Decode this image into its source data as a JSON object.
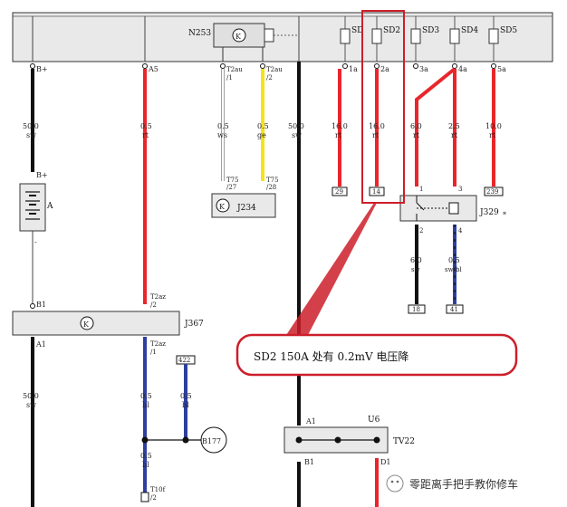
{
  "top": {
    "n253": "N253",
    "fuses": [
      {
        "name": "SD",
        "out": "1a"
      },
      {
        "name": "SD2",
        "out": "2a"
      },
      {
        "name": "SD3",
        "out": "3a"
      },
      {
        "name": "SD4",
        "out": "4a"
      },
      {
        "name": "SD5",
        "out": "5a"
      }
    ],
    "pin_bplus": "B+",
    "pin_a5": "A5",
    "t2au_1": "T2au",
    "t2au_1n": "/1",
    "t2au_2": "T2au",
    "t2au_2n": "/2"
  },
  "wires": {
    "w_bplus": {
      "size": "50.0",
      "color": "sw"
    },
    "w_a5": {
      "size": "0.5",
      "color": "rt"
    },
    "w_ws": {
      "size": "0.5",
      "color": "ws"
    },
    "w_ge": {
      "size": "0.5",
      "color": "ge"
    },
    "w_sw": {
      "size": "50.0",
      "color": "sw"
    },
    "w_1a": {
      "size": "16.0",
      "color": "rt"
    },
    "w_2a": {
      "size": "16.0",
      "color": "rt"
    },
    "w_4a1": {
      "size": "6.0",
      "color": "rt"
    },
    "w_4a2": {
      "size": "2.5",
      "color": "rt"
    },
    "w_5a": {
      "size": "10.0",
      "color": "rt"
    },
    "w_j329_2": {
      "size": "6.0",
      "color": "sw"
    },
    "w_j329_4": {
      "size": "0.5",
      "color": "sw/bl"
    },
    "w_a1": {
      "size": "50.0",
      "color": "sw"
    },
    "w_bl1": {
      "size": "0.5",
      "color": "bl"
    },
    "w_bl2": {
      "size": "0.5",
      "color": "bl"
    },
    "w_bl3": {
      "size": "0.5",
      "color": "bl"
    }
  },
  "refs": {
    "r29": "29",
    "r14": "14",
    "r239": "239",
    "r18": "18",
    "r41": "41",
    "r422": "422"
  },
  "battery": {
    "label": "A",
    "plus": "B+",
    "minus": "-"
  },
  "j234": {
    "label": "J234",
    "t75a": "T75",
    "t75a_n": "/27",
    "t75b": "T75",
    "t75b_n": "/28"
  },
  "j329": {
    "label": "J329",
    "star": "*",
    "p1": "1",
    "p2": "2",
    "p3": "3",
    "p4": "4"
  },
  "j367": {
    "label": "J367",
    "b1": "B1",
    "a1": "A1",
    "t2az_a": "T2az",
    "t2az_a_n": "/2",
    "t2az_b": "T2az",
    "t2az_b_n": "/1"
  },
  "b177": {
    "label": "B177"
  },
  "t10f": {
    "label": "T10f",
    "n": "/2"
  },
  "u6": {
    "label": "U6",
    "tv": "TV22",
    "a1": "A1",
    "b1": "B1",
    "d1": "D1"
  },
  "callout": {
    "text": "SD2 150A 处有 0.2mV 电压降"
  },
  "watermark": {
    "text": "零距离手把手教你修车"
  },
  "colors": {
    "red": "#e8262c",
    "black": "#111111",
    "blue": "#2f3fa0",
    "yellow": "#f5e21a",
    "highlight": "#cc1f2a",
    "panel": "#e9e9e9"
  }
}
